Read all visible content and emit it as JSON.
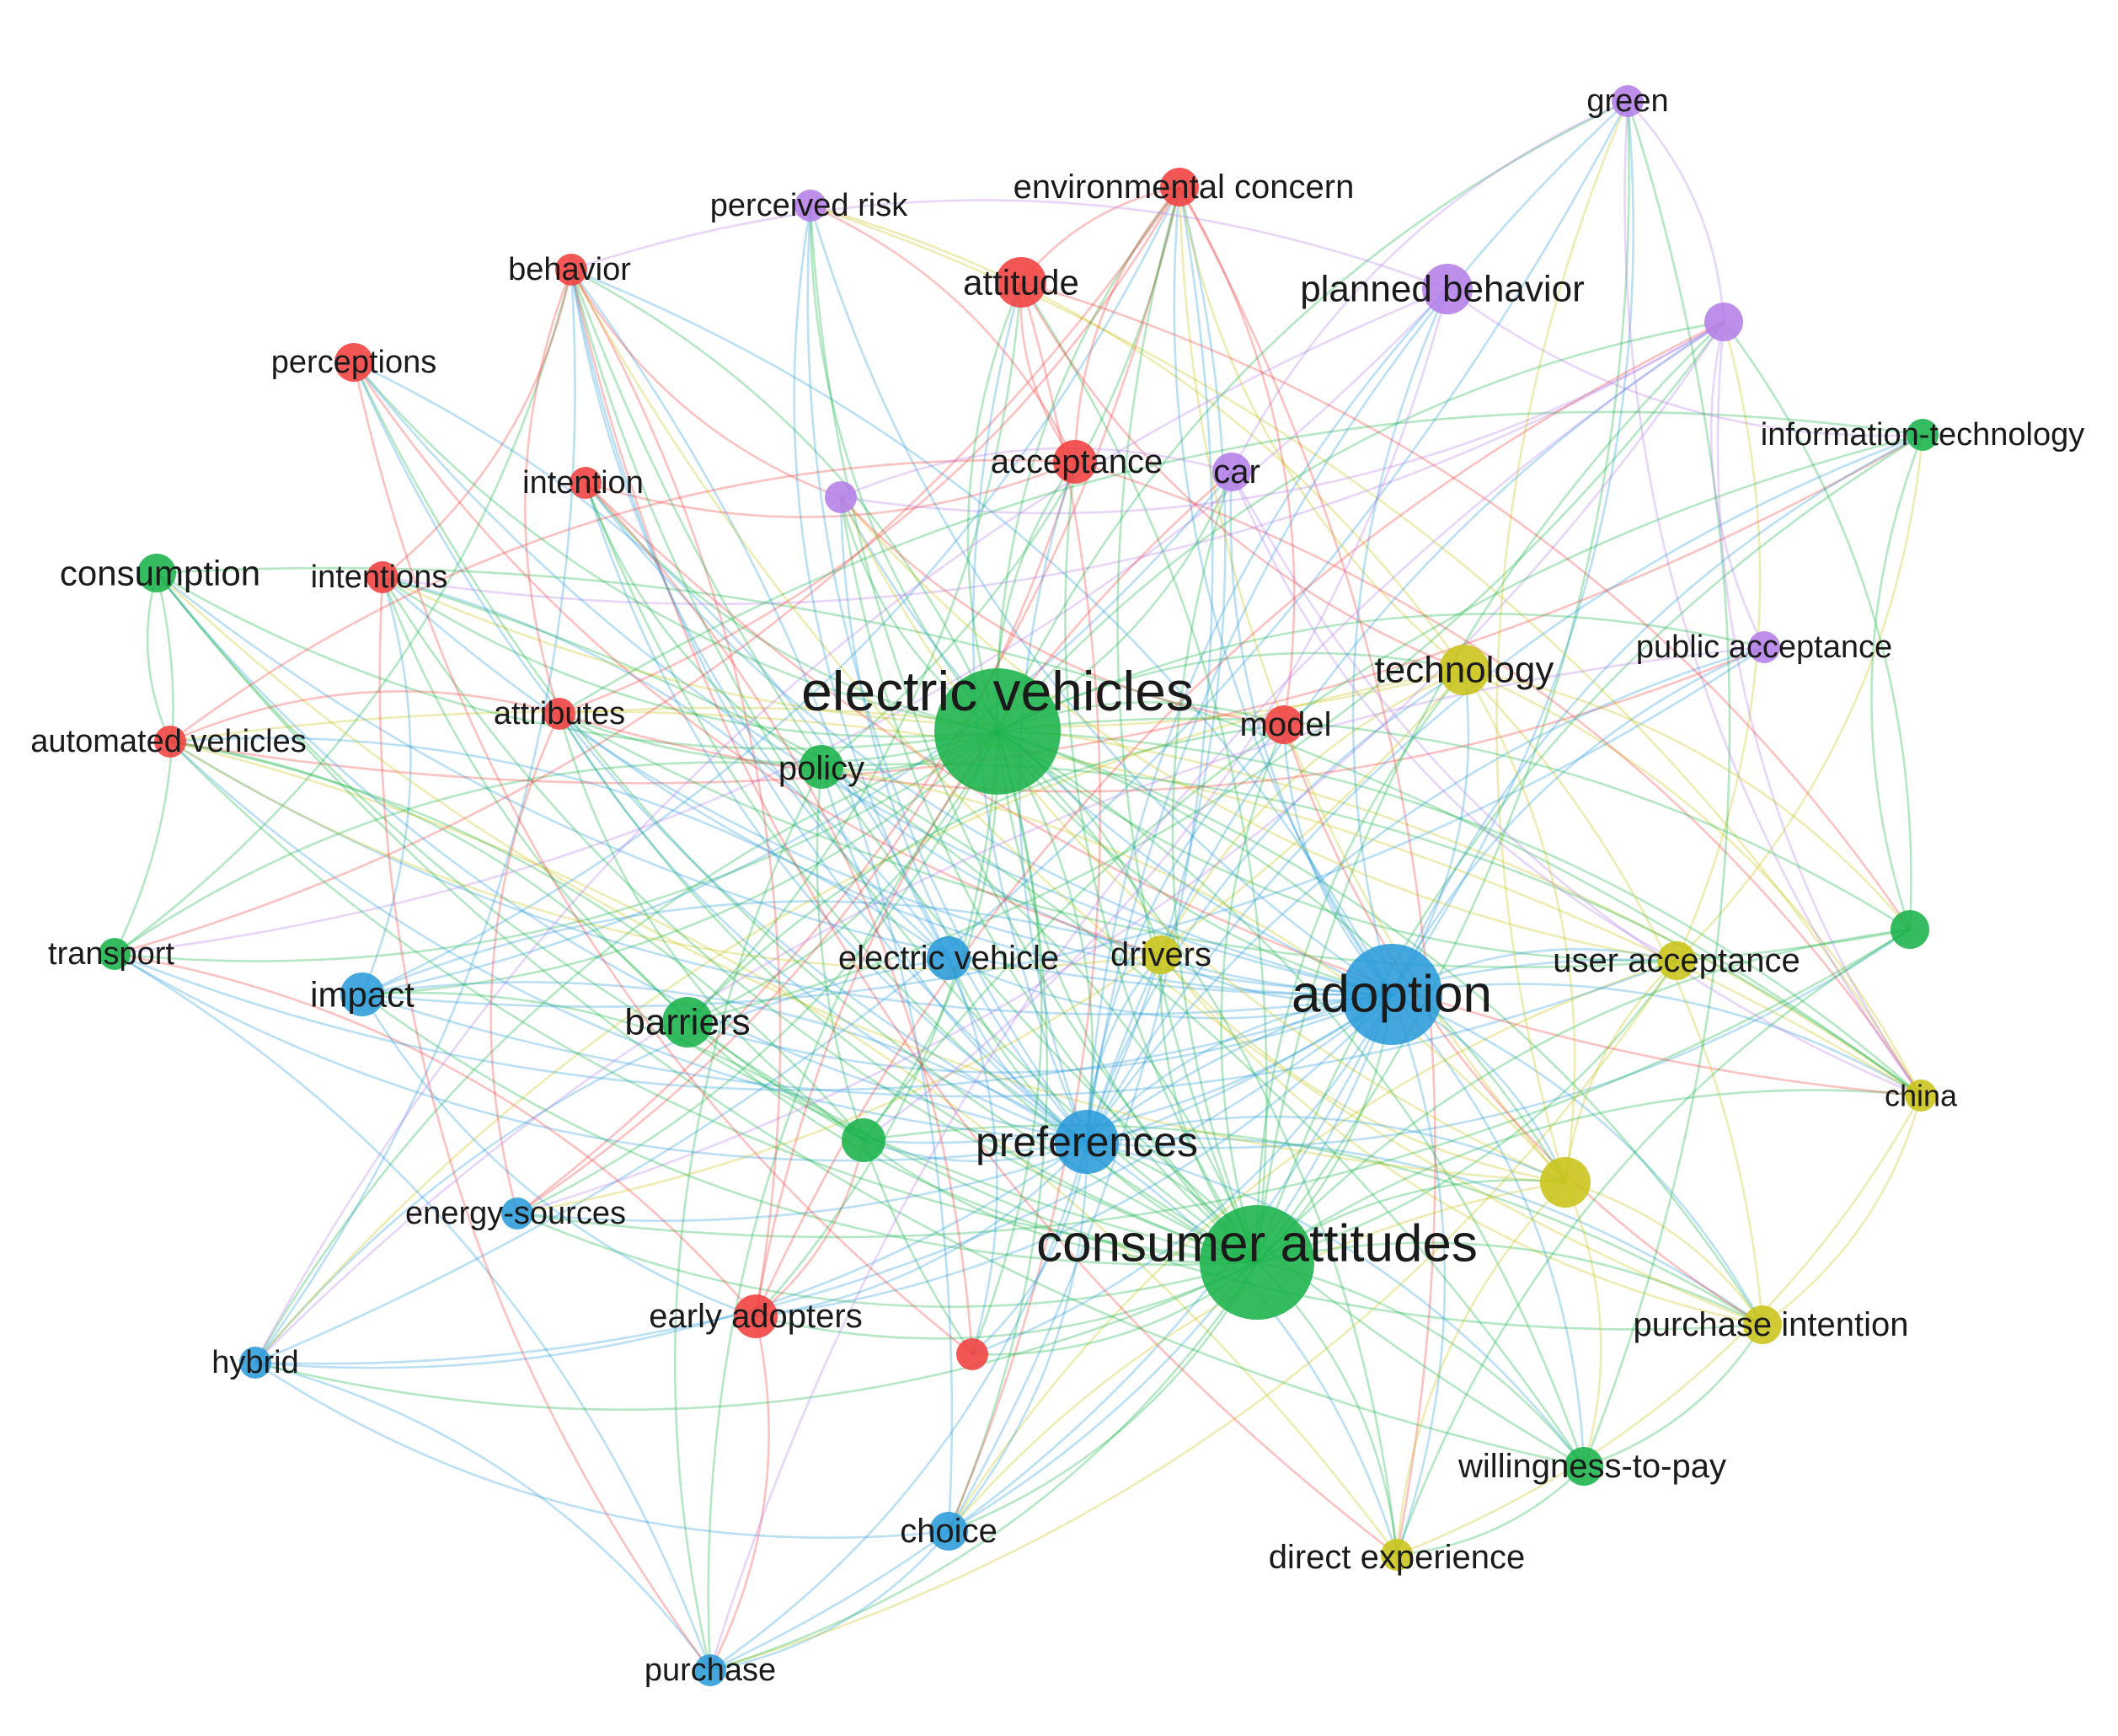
{
  "colors": {
    "red": "#f0403f",
    "green": "#1ab34a",
    "blue": "#2a9bd9",
    "yellow": "#c9c418",
    "purple": "#b57ee8"
  },
  "nodes": [
    {
      "id": "electric-vehicles",
      "label": "electric vehicles",
      "cluster": "green",
      "weight": 10
    },
    {
      "id": "consumer-attitudes",
      "label": "consumer attitudes",
      "cluster": "green",
      "weight": 9
    },
    {
      "id": "adoption",
      "label": "adoption",
      "cluster": "blue",
      "weight": 8
    },
    {
      "id": "preferences",
      "label": "preferences",
      "cluster": "blue",
      "weight": 5
    },
    {
      "id": "barriers",
      "label": "barriers",
      "cluster": "green",
      "weight": 4
    },
    {
      "id": "policy",
      "label": "policy",
      "cluster": "green",
      "weight": 3.5
    },
    {
      "id": "electric-vehicle",
      "label": "electric vehicle",
      "cluster": "blue",
      "weight": 3.5
    },
    {
      "id": "drivers",
      "label": "drivers",
      "cluster": "yellow",
      "weight": 3
    },
    {
      "id": "technology",
      "label": "technology",
      "cluster": "yellow",
      "weight": 4
    },
    {
      "id": "user-acceptance",
      "label": "user acceptance",
      "cluster": "yellow",
      "weight": 3
    },
    {
      "id": "china",
      "label": "china",
      "cluster": "yellow",
      "weight": 2.5
    },
    {
      "id": "purchase-intention",
      "label": "purchase intention",
      "cluster": "yellow",
      "weight": 3
    },
    {
      "id": "direct-experience",
      "label": "direct experience",
      "cluster": "yellow",
      "weight": 2.5
    },
    {
      "id": "willingness-to-pay",
      "label": "willingness-to-pay",
      "cluster": "green",
      "weight": 3
    },
    {
      "id": "choice",
      "label": "choice",
      "cluster": "blue",
      "weight": 3
    },
    {
      "id": "purchase",
      "label": "purchase",
      "cluster": "blue",
      "weight": 2.5
    },
    {
      "id": "hybrid",
      "label": "hybrid",
      "cluster": "blue",
      "weight": 2.5
    },
    {
      "id": "energy-sources",
      "label": "energy-sources",
      "cluster": "blue",
      "weight": 2.5
    },
    {
      "id": "early-adopters",
      "label": "early adopters",
      "cluster": "red",
      "weight": 3.5
    },
    {
      "id": "impact",
      "label": "impact",
      "cluster": "blue",
      "weight": 3.5
    },
    {
      "id": "transport",
      "label": "transport",
      "cluster": "green",
      "weight": 2.5
    },
    {
      "id": "automated-vehicles",
      "label": "automated vehicles",
      "cluster": "red",
      "weight": 2.5
    },
    {
      "id": "consumption",
      "label": "consumption",
      "cluster": "green",
      "weight": 3
    },
    {
      "id": "intentions",
      "label": "intentions",
      "cluster": "red",
      "weight": 2.5
    },
    {
      "id": "attributes",
      "label": "attributes",
      "cluster": "red",
      "weight": 2.5
    },
    {
      "id": "intention",
      "label": "intention",
      "cluster": "red",
      "weight": 2.5
    },
    {
      "id": "perceptions",
      "label": "perceptions",
      "cluster": "red",
      "weight": 3
    },
    {
      "id": "behavior",
      "label": "behavior",
      "cluster": "red",
      "weight": 2.5
    },
    {
      "id": "perceived-risk",
      "label": "perceived risk",
      "cluster": "purple",
      "weight": 2.5
    },
    {
      "id": "environmental-concern",
      "label": "environmental concern",
      "cluster": "red",
      "weight": 3
    },
    {
      "id": "attitude",
      "label": "attitude",
      "cluster": "red",
      "weight": 4
    },
    {
      "id": "planned-behavior",
      "label": "planned behavior",
      "cluster": "purple",
      "weight": 4
    },
    {
      "id": "green",
      "label": "green",
      "cluster": "purple",
      "weight": 2.5
    },
    {
      "id": "information-technology",
      "label": "information-technology",
      "cluster": "green",
      "weight": 2.5
    },
    {
      "id": "public-acceptance",
      "label": "public acceptance",
      "cluster": "purple",
      "weight": 2.5
    },
    {
      "id": "acceptance",
      "label": "acceptance",
      "cluster": "red",
      "weight": 3.5
    },
    {
      "id": "car",
      "label": "car",
      "cluster": "purple",
      "weight": 3
    },
    {
      "id": "model",
      "label": "model",
      "cluster": "red",
      "weight": 3
    },
    {
      "id": "unlabeled-purple-1",
      "label": "",
      "cluster": "purple",
      "weight": 3
    },
    {
      "id": "unlabeled-purple-2",
      "label": "",
      "cluster": "purple",
      "weight": 2.5
    },
    {
      "id": "unlabeled-green-1",
      "label": "",
      "cluster": "green",
      "weight": 3.5
    },
    {
      "id": "unlabeled-green-2",
      "label": "",
      "cluster": "green",
      "weight": 3
    },
    {
      "id": "unlabeled-yellow-1",
      "label": "",
      "cluster": "yellow",
      "weight": 4
    },
    {
      "id": "unlabeled-red-1",
      "label": "",
      "cluster": "red",
      "weight": 2.5
    }
  ]
}
